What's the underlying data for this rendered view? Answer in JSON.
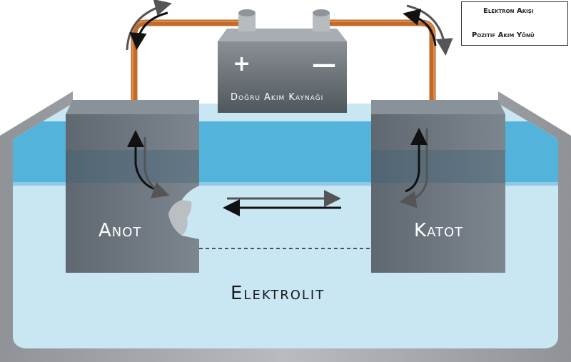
{
  "legend": {
    "electron_flow": "Elektron Akışı",
    "current_direction": "Pozitif Akım Yönü"
  },
  "battery": {
    "label": "Doğru Akım Kaynağı",
    "plus": "+",
    "minus": "—"
  },
  "anode": {
    "label": "Anot"
  },
  "cathode": {
    "label": "Katot"
  },
  "electrolyte": {
    "label": "Elektrolit"
  },
  "colors": {
    "electrolyte": "#c9e6f3",
    "water_surface": "#3fa9d6",
    "electrode": "#6c7680",
    "wire": "#c26a2a",
    "tank": "#9a9ea3"
  }
}
